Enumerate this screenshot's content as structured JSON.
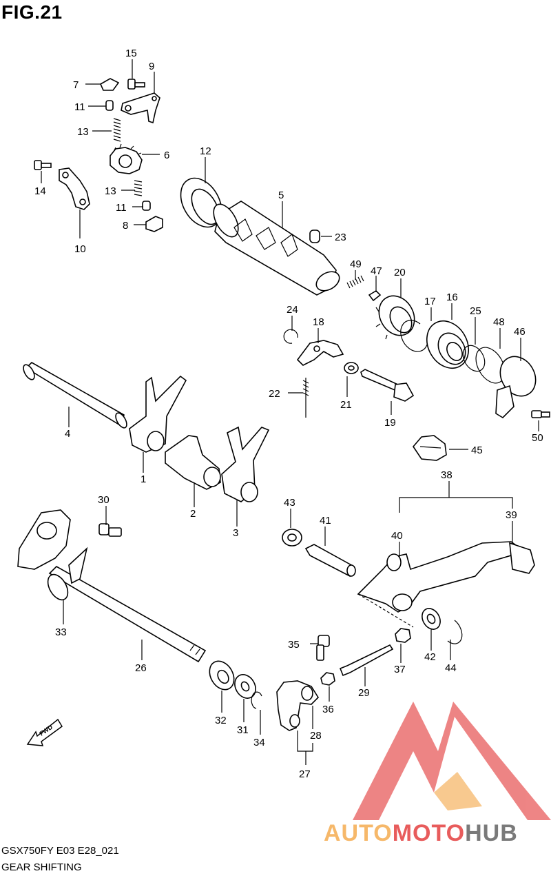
{
  "figure_title": "FIG.21",
  "model_code": "GSX750FY E03 E28_021",
  "section_name": "GEAR SHIFTING",
  "direction_marker": "FWD",
  "watermark": {
    "part1": "AUTO",
    "part2": "MOTO",
    "part3": "HUB",
    "color_light": "#f6b86a",
    "color_main": "#e85c5c",
    "color_dark": "#7a7a7a"
  },
  "callouts": {
    "c1": "1",
    "c2": "2",
    "c3": "3",
    "c4": "4",
    "c5": "5",
    "c6": "6",
    "c7": "7",
    "c8": "8",
    "c9": "9",
    "c10": "10",
    "c11a": "11",
    "c11b": "11",
    "c12": "12",
    "c13a": "13",
    "c13b": "13",
    "c14": "14",
    "c15": "15",
    "c16": "16",
    "c17": "17",
    "c18": "18",
    "c19": "19",
    "c20": "20",
    "c21": "21",
    "c22": "22",
    "c23": "23",
    "c24": "24",
    "c25": "25",
    "c26": "26",
    "c27": "27",
    "c28": "28",
    "c29": "29",
    "c30": "30",
    "c31": "31",
    "c32": "32",
    "c33": "33",
    "c34": "34",
    "c35": "35",
    "c36": "36",
    "c37": "37",
    "c38": "38",
    "c39": "39",
    "c40": "40",
    "c41": "41",
    "c42": "42",
    "c43": "43",
    "c44": "44",
    "c45": "45",
    "c46": "46",
    "c47": "47",
    "c48": "48",
    "c49": "49",
    "c50": "50"
  }
}
